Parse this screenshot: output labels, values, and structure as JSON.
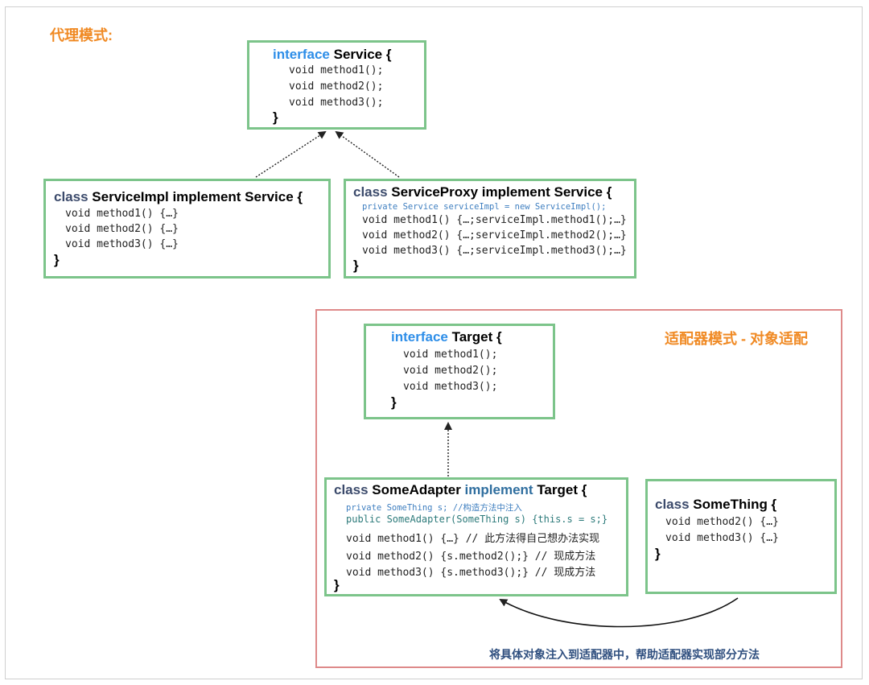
{
  "proxy_title": "代理模式:",
  "adapter_title": "适配器模式 - 对象适配",
  "service_interface": {
    "kw": "interface",
    "name": "Service {",
    "lines": [
      "void method1();",
      "void method2();",
      "void method3();"
    ],
    "close": "}"
  },
  "service_impl": {
    "kw": "class",
    "name": "ServiceImpl implement Service {",
    "lines": [
      "void method1() {…}",
      "void method2() {…}",
      "void method3() {…}"
    ],
    "close": "}"
  },
  "service_proxy": {
    "kw": "class",
    "name": "ServiceProxy implement Service {",
    "field": "private Service serviceImpl = new ServiceImpl();",
    "lines": [
      "void method1() {…;serviceImpl.method1();…}",
      "void method2() {…;serviceImpl.method2();…}",
      "void method3() {…;serviceImpl.method3();…}"
    ],
    "close": "}"
  },
  "target_interface": {
    "kw": "interface",
    "name": "Target {",
    "lines": [
      "void method1();",
      "void method2();",
      "void method3();"
    ],
    "close": "}"
  },
  "some_adapter": {
    "kw": "class",
    "name": "SomeAdapter",
    "impl_kw": "implement",
    "target": "Target {",
    "field": "private SomeThing s; //构造方法中注入",
    "ctor": "public SomeAdapter(SomeThing s) {this.s = s;}",
    "lines": [
      "void method1() {…} // 此方法得自己想办法实现",
      "void method2() {s.method2();} // 现成方法",
      "void method3() {s.method3();} // 现成方法"
    ],
    "close": "}"
  },
  "some_thing": {
    "kw": "class",
    "name": "SomeThing {",
    "lines": [
      "void method2() {…}",
      "void method3() {…}"
    ],
    "close": "}"
  },
  "inject_note": "将具体对象注入到适配器中，帮助适配器实现部分方法",
  "colors": {
    "box_border": "#7cc48a",
    "region_border": "#de8a8a",
    "title": "#f08a24",
    "interface_kw": "#2e8ee8"
  }
}
